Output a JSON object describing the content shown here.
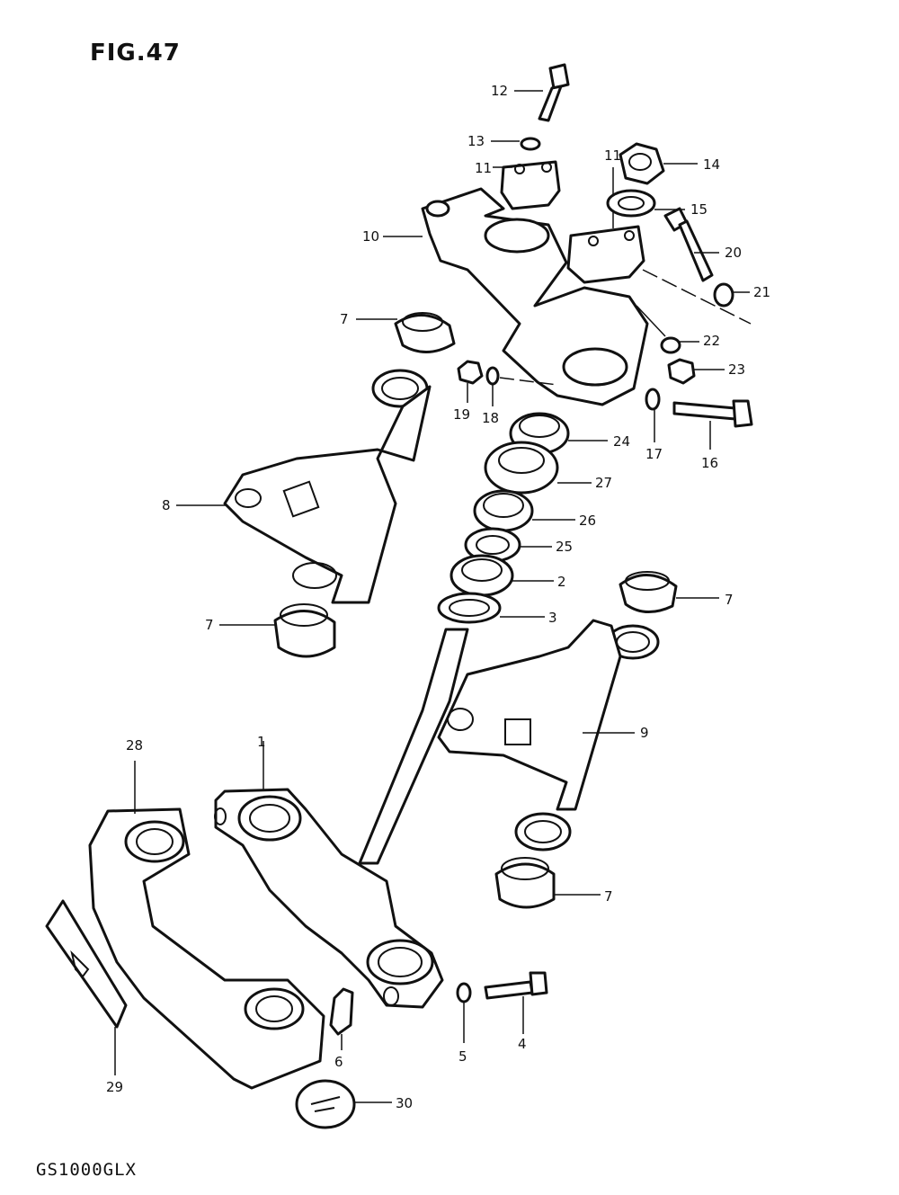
{
  "figure": {
    "title": "FIG.47",
    "model": "GS1000GLX"
  },
  "labels": [
    {
      "id": "l12",
      "text": "12"
    },
    {
      "id": "l13",
      "text": "13"
    },
    {
      "id": "l11a",
      "text": "11"
    },
    {
      "id": "l11b",
      "text": "11"
    },
    {
      "id": "l14",
      "text": "14"
    },
    {
      "id": "l15",
      "text": "15"
    },
    {
      "id": "l10",
      "text": "10"
    },
    {
      "id": "l20",
      "text": "20"
    },
    {
      "id": "l21",
      "text": "21"
    },
    {
      "id": "l7a",
      "text": "7"
    },
    {
      "id": "l22",
      "text": "22"
    },
    {
      "id": "l23",
      "text": "23"
    },
    {
      "id": "l19",
      "text": "19"
    },
    {
      "id": "l18",
      "text": "18"
    },
    {
      "id": "l17",
      "text": "17"
    },
    {
      "id": "l16",
      "text": "16"
    },
    {
      "id": "l24",
      "text": "24"
    },
    {
      "id": "l27",
      "text": "27"
    },
    {
      "id": "l8",
      "text": "8"
    },
    {
      "id": "l26",
      "text": "26"
    },
    {
      "id": "l25",
      "text": "25"
    },
    {
      "id": "l2",
      "text": "2"
    },
    {
      "id": "l7b",
      "text": "7"
    },
    {
      "id": "l7c",
      "text": "7"
    },
    {
      "id": "l3",
      "text": "3"
    },
    {
      "id": "l1",
      "text": "1"
    },
    {
      "id": "l9",
      "text": "9"
    },
    {
      "id": "l28",
      "text": "28"
    },
    {
      "id": "l7d",
      "text": "7"
    },
    {
      "id": "l5",
      "text": "5"
    },
    {
      "id": "l4",
      "text": "4"
    },
    {
      "id": "l6",
      "text": "6"
    },
    {
      "id": "l29",
      "text": "29"
    },
    {
      "id": "l30",
      "text": "30"
    }
  ]
}
